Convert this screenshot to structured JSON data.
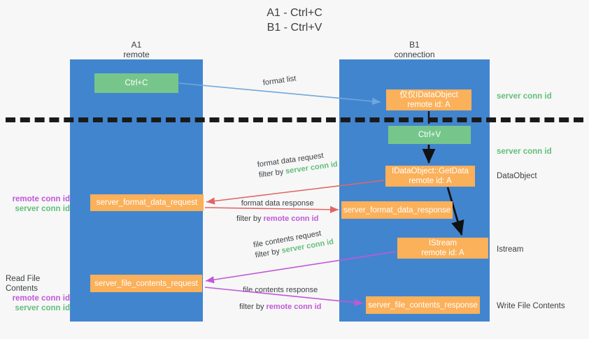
{
  "title": "A1 - Ctrl+C\nB1 - Ctrl+V",
  "columns": {
    "a1": {
      "name": "A1",
      "sub": "remote"
    },
    "b1": {
      "name": "B1",
      "sub": "connection"
    }
  },
  "boxes": {
    "ctrl_c": {
      "label": "Ctrl+C"
    },
    "idataobject": {
      "line1": "仅仅IDataObject",
      "line2": "remote id: A"
    },
    "ctrl_v": {
      "label": "Ctrl+V"
    },
    "getdata": {
      "line1": "IDataObject::GetData",
      "line2": "remote id: A"
    },
    "istream": {
      "line1": "IStream",
      "line2": "remote id: A"
    },
    "format_data_request": {
      "label": "server_format_data_request"
    },
    "format_data_response": {
      "label": "server_format_data_response"
    },
    "file_contents_request": {
      "label": "server_file_contents_request"
    },
    "file_contents_response": {
      "label": "server_file_contents_response"
    }
  },
  "arrow_labels": {
    "format_list": {
      "line1": "format list"
    },
    "format_data_request": {
      "line1": "format data request",
      "filter_prefix": "filter by ",
      "filter_value": "server conn id"
    },
    "format_data_response": {
      "line1": "format data response",
      "filter_prefix": "filter by ",
      "filter_value": "remote conn id"
    },
    "file_contents_request": {
      "line1": "file contents request",
      "filter_prefix": "filter by ",
      "filter_value": "server conn id"
    },
    "file_contents_response": {
      "line1": "file contents response",
      "filter_prefix": "filter by ",
      "filter_value": "remote conn id"
    }
  },
  "side_labels": {
    "left_format": {
      "remote": "remote conn id",
      "server": "server conn id"
    },
    "left_file": {
      "heading": "Read File Contents",
      "remote": "remote conn id",
      "server": "server conn id"
    },
    "right_server_1": "server conn id",
    "right_server_2": "server conn id",
    "right_dataobject": "DataObject",
    "right_istream": "Istream",
    "right_write": "Write File Contents"
  },
  "colors": {
    "lane": "#4285cf",
    "green_box": "#76c68b",
    "orange_box": "#fbb05a",
    "remote_conn": "#c158d8",
    "server_conn": "#62bf7a",
    "arrow_blue": "#6fa8dc",
    "arrow_red": "#e06666",
    "arrow_magenta": "#c158d8",
    "arrow_dark": "#1a1a1a"
  }
}
